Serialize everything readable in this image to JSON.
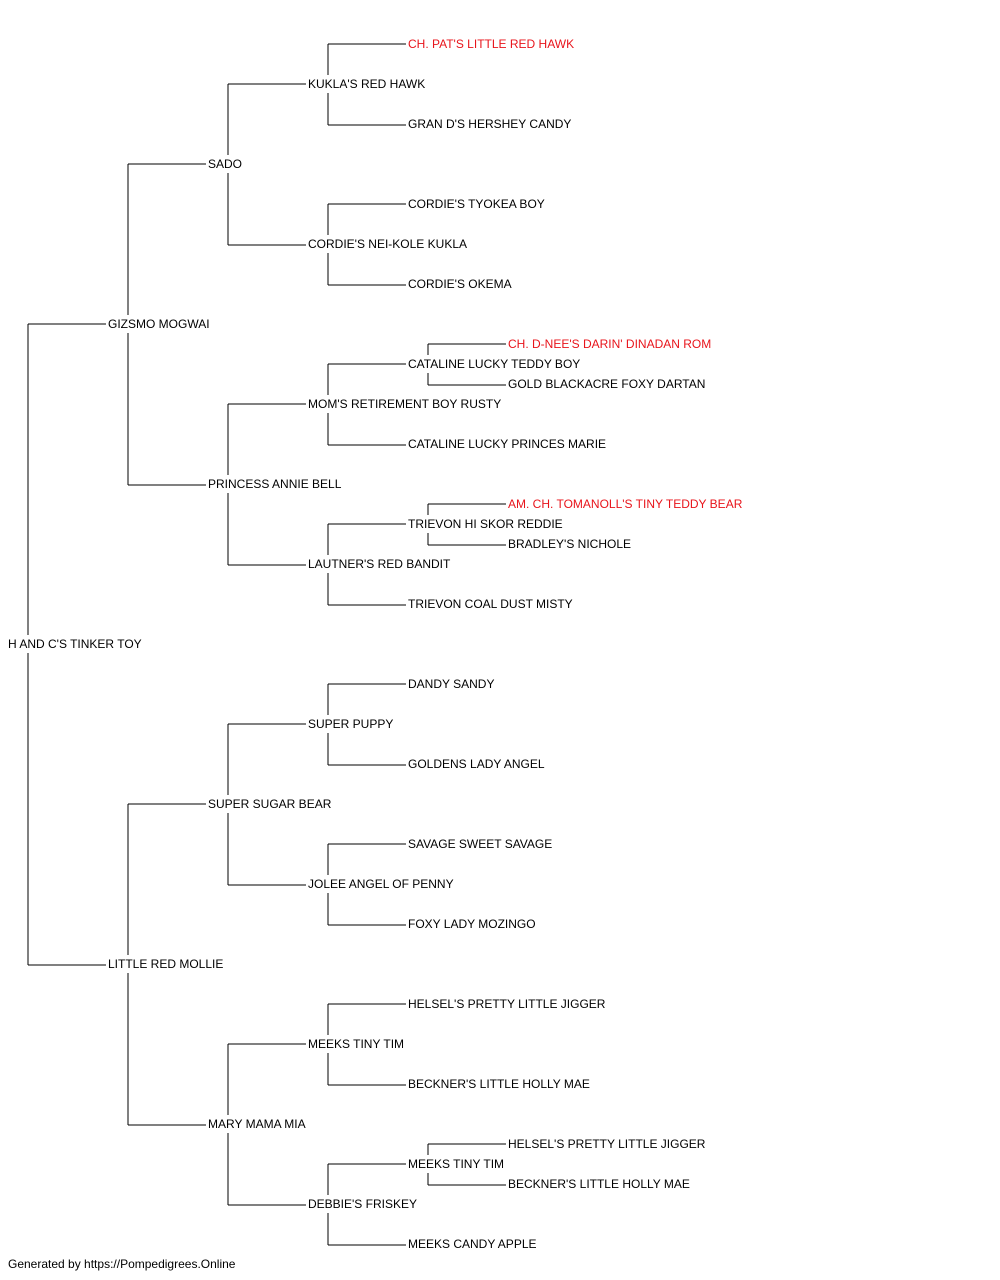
{
  "pedigree": {
    "name": "H AND C'S TINKER TOY",
    "sire": {
      "name": "GIZSMO MOGWAI",
      "sire": {
        "name": "SADO",
        "sire": {
          "name": "KUKLA'S RED HAWK",
          "sire": {
            "name": "CH. PAT'S LITTLE RED HAWK",
            "champion": true
          },
          "dam": {
            "name": "GRAN D'S HERSHEY CANDY"
          }
        },
        "dam": {
          "name": "CORDIE'S NEI-KOLE KUKLA",
          "sire": {
            "name": "CORDIE'S TYOKEA BOY"
          },
          "dam": {
            "name": "CORDIE'S OKEMA"
          }
        }
      },
      "dam": {
        "name": "PRINCESS ANNIE BELL",
        "sire": {
          "name": "MOM'S RETIREMENT BOY RUSTY",
          "sire": {
            "name": "CATALINE LUCKY TEDDY BOY",
            "sire": {
              "name": "CH. D-NEE'S DARIN' DINADAN ROM",
              "champion": true
            },
            "dam": {
              "name": "GOLD BLACKACRE FOXY DARTAN"
            }
          },
          "dam": {
            "name": "CATALINE LUCKY PRINCES MARIE"
          }
        },
        "dam": {
          "name": "LAUTNER'S RED BANDIT",
          "sire": {
            "name": "TRIEVON HI SKOR REDDIE",
            "sire": {
              "name": "AM. CH. TOMANOLL'S TINY TEDDY BEAR",
              "champion": true
            },
            "dam": {
              "name": "BRADLEY'S NICHOLE"
            }
          },
          "dam": {
            "name": "TRIEVON COAL DUST MISTY"
          }
        }
      }
    },
    "dam": {
      "name": "LITTLE RED MOLLIE",
      "sire": {
        "name": "SUPER SUGAR BEAR",
        "sire": {
          "name": "SUPER PUPPY",
          "sire": {
            "name": "DANDY SANDY"
          },
          "dam": {
            "name": "GOLDENS LADY ANGEL"
          }
        },
        "dam": {
          "name": "JOLEE ANGEL OF PENNY",
          "sire": {
            "name": "SAVAGE SWEET SAVAGE"
          },
          "dam": {
            "name": "FOXY LADY MOZINGO"
          }
        }
      },
      "dam": {
        "name": "MARY MAMA MIA",
        "sire": {
          "name": "MEEKS TINY TIM",
          "sire": {
            "name": "HELSEL'S PRETTY LITTLE JIGGER"
          },
          "dam": {
            "name": "BECKNER'S LITTLE HOLLY MAE"
          }
        },
        "dam": {
          "name": "DEBBIE'S FRISKEY",
          "sire": {
            "name": "MEEKS TINY TIM",
            "sire": {
              "name": "HELSEL'S PRETTY LITTLE JIGGER"
            },
            "dam": {
              "name": "BECKNER'S LITTLE HOLLY MAE"
            }
          },
          "dam": {
            "name": "MEEKS CANDY APPLE"
          }
        }
      }
    }
  },
  "footer": "Generated by https://Pompedigrees.Online",
  "colors": {
    "line": "#000000",
    "text": "#000000",
    "champion": "#e8141b"
  }
}
